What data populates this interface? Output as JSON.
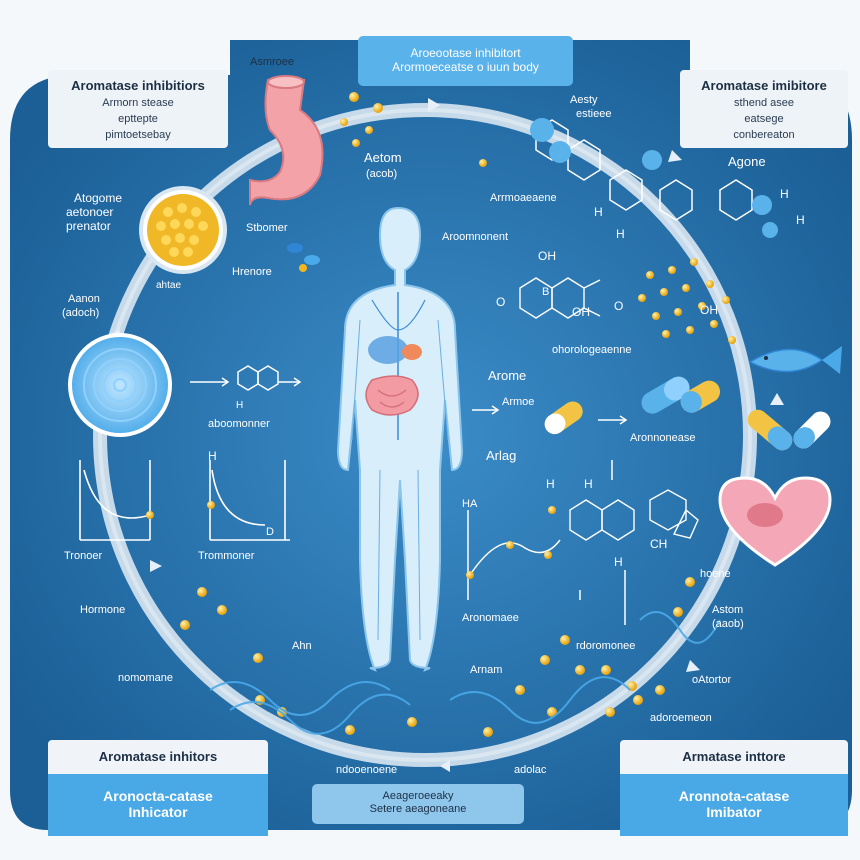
{
  "top_box": {
    "line1": "Aroeootase inhibitort",
    "line2": "Arormoeceatse o iuun body"
  },
  "top_left_box": {
    "title": "Aromatase inhibitiors",
    "line1": "Armorn stease",
    "line2": "epttepte",
    "line3": "pimtoetsebay"
  },
  "top_right_box": {
    "title": "Aromatase imibitore",
    "line1": "sthend asee",
    "line2": "eatsege",
    "line3": "conbereaton"
  },
  "bottom_left_box": {
    "title": "Aromatase inhitors",
    "line1": "Aronocta-catase",
    "line2": "Inhicator"
  },
  "bottom_right_box": {
    "title": "Armatase inttore",
    "line1": "Aronnota-catase",
    "line2": "Imibator"
  },
  "bottom_center_box": {
    "line1": "Aeageroeeaky",
    "line2": "Setere aeagoneane"
  },
  "labels": {
    "stomach": "Asmroee",
    "aetom": "Aetom",
    "aetom_sub": "(acob)",
    "asty_line1": "Aesty",
    "asty_line2": "estieee",
    "agone": "Agone",
    "arrmoaeaene": "Arrmoaeaene",
    "aroomnonent": "Aroomnonent",
    "atogome": "Atogome",
    "aetonoer": "aetonoer",
    "prenator": "prenator",
    "stbomer": "Stbomer",
    "hrenore": "Hrenore",
    "aanon": "Aanon",
    "aanon_sub": "(adoch)",
    "ahtae": "ahtae",
    "aboomonner": "aboomonner",
    "chorologeaenne": "ohorologeaenne",
    "armoe": "Armoe",
    "arome": "Arome",
    "arlag": "Arlag",
    "aronnonease": "Aronnonease",
    "tronoer": "Tronoer",
    "trommoner": "Trommoner",
    "d": "D",
    "ha": "HA",
    "hoene": "hoene",
    "astom": "Astom",
    "astom_sub": "(aaob)",
    "hormone": "Hormone",
    "ahn": "Ahn",
    "nomomane": "nomomane",
    "aronomaee": "Aronomaee",
    "rdoromonee": "rdoromonee",
    "arnam": "Arnam",
    "oatorter": "oAtortor",
    "adoroemeon": "adoroemeon",
    "ndooenoene": "ndooenoene",
    "adolac": "adolac"
  },
  "chem": {
    "h_a": "H",
    "h_b": "H",
    "oh_1": "OH",
    "oh_2": "OH",
    "o_1": "O",
    "o_2": "O",
    "h_c": "H",
    "h_d": "H",
    "ch": "CH",
    "h_e": "H",
    "h_f": "H",
    "h_g": "H",
    "h_h": "H",
    "oh_3": "OH",
    "b": "B",
    "h_small": "H"
  },
  "colors": {
    "frame": "#1f6aa3",
    "frame_dark": "#175a8e",
    "ring": "#d8e6f2",
    "accent": "#49a8e6",
    "gold": "#f3b71c"
  }
}
